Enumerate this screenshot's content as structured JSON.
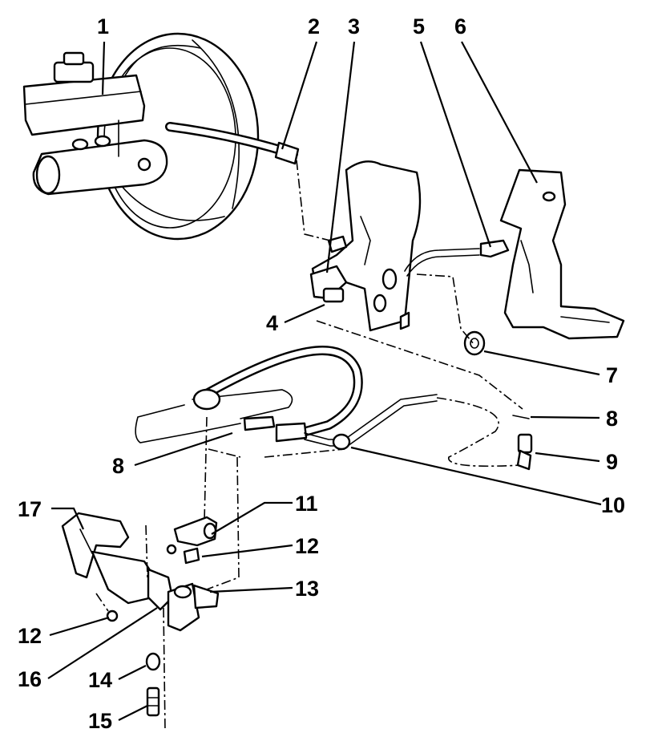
{
  "callouts": [
    {
      "id": "c1",
      "label": "1"
    },
    {
      "id": "c2",
      "label": "2"
    },
    {
      "id": "c3",
      "label": "3"
    },
    {
      "id": "c4",
      "label": "4"
    },
    {
      "id": "c5",
      "label": "5"
    },
    {
      "id": "c6",
      "label": "6"
    },
    {
      "id": "c7",
      "label": "7"
    },
    {
      "id": "c8a",
      "label": "8"
    },
    {
      "id": "c8b",
      "label": "8"
    },
    {
      "id": "c9",
      "label": "9"
    },
    {
      "id": "c10",
      "label": "10"
    },
    {
      "id": "c11",
      "label": "11"
    },
    {
      "id": "c12a",
      "label": "12"
    },
    {
      "id": "c12b",
      "label": "12"
    },
    {
      "id": "c13",
      "label": "13"
    },
    {
      "id": "c14",
      "label": "14"
    },
    {
      "id": "c15",
      "label": "15"
    },
    {
      "id": "c16",
      "label": "16"
    },
    {
      "id": "c17",
      "label": "17"
    }
  ]
}
